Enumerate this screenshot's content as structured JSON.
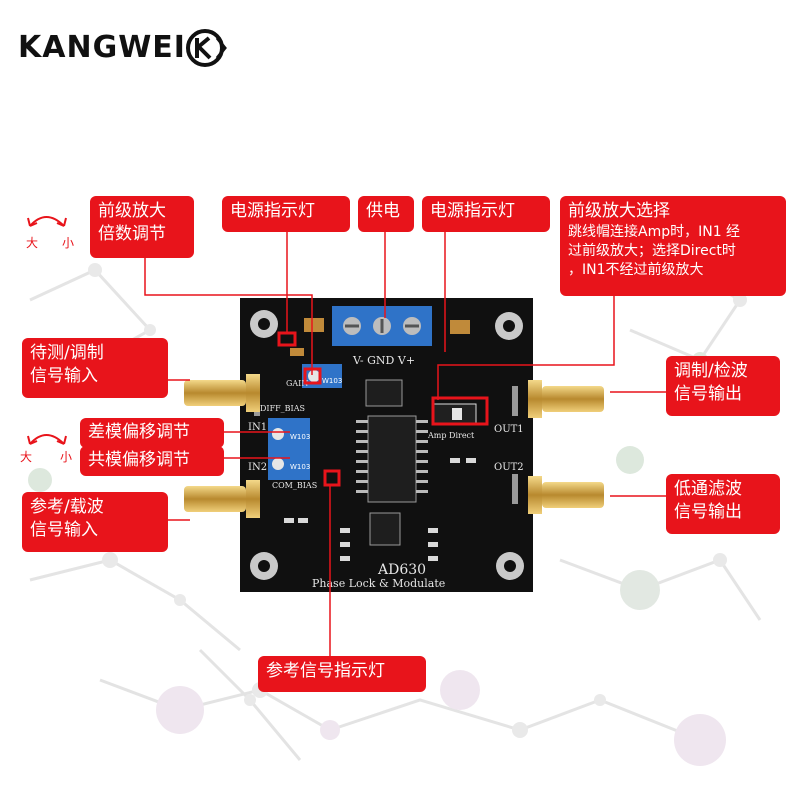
{
  "logo": {
    "brand": "KANGWEI"
  },
  "callouts": {
    "gain_adjust": [
      "前级放大",
      "倍数调节"
    ],
    "power_led_left": "电源指示灯",
    "power_supply": "供电",
    "power_led_right": "电源指示灯",
    "preamp_select": {
      "title": "前级放大选择",
      "desc": [
        "跳线帽连接Amp时，IN1 经",
        "过前级放大；选择Direct时",
        "，IN1不经过前级放大"
      ]
    },
    "signal_in": [
      "待测/调制",
      "信号输入"
    ],
    "diff_bias": "差模偏移调节",
    "com_bias": "共模偏移调节",
    "ref_in": [
      "参考/载波",
      "信号输入"
    ],
    "mod_out": [
      "调制/检波",
      "信号输出"
    ],
    "lowpass_out": [
      "低通滤波",
      "信号输出"
    ],
    "ref_led": "参考信号指示灯"
  },
  "rotation": {
    "big": "大",
    "small": "小"
  },
  "board": {
    "chip": "AD630",
    "subtitle": "Phase Lock & Modulate",
    "terminals": "V-  GND  V+",
    "gain": "GAIN",
    "diff_bias": "DIFF_BIAS",
    "com_bias": "COM_BIAS",
    "in1": "IN1",
    "in2": "IN2",
    "out1": "OUT1",
    "out2": "OUT2",
    "jumper": "Amp  Direct",
    "pot": "W103"
  },
  "colors": {
    "callout": "#e8141b",
    "board": "#111111",
    "terminal": "#2f73c8",
    "line": "#e8141b"
  }
}
